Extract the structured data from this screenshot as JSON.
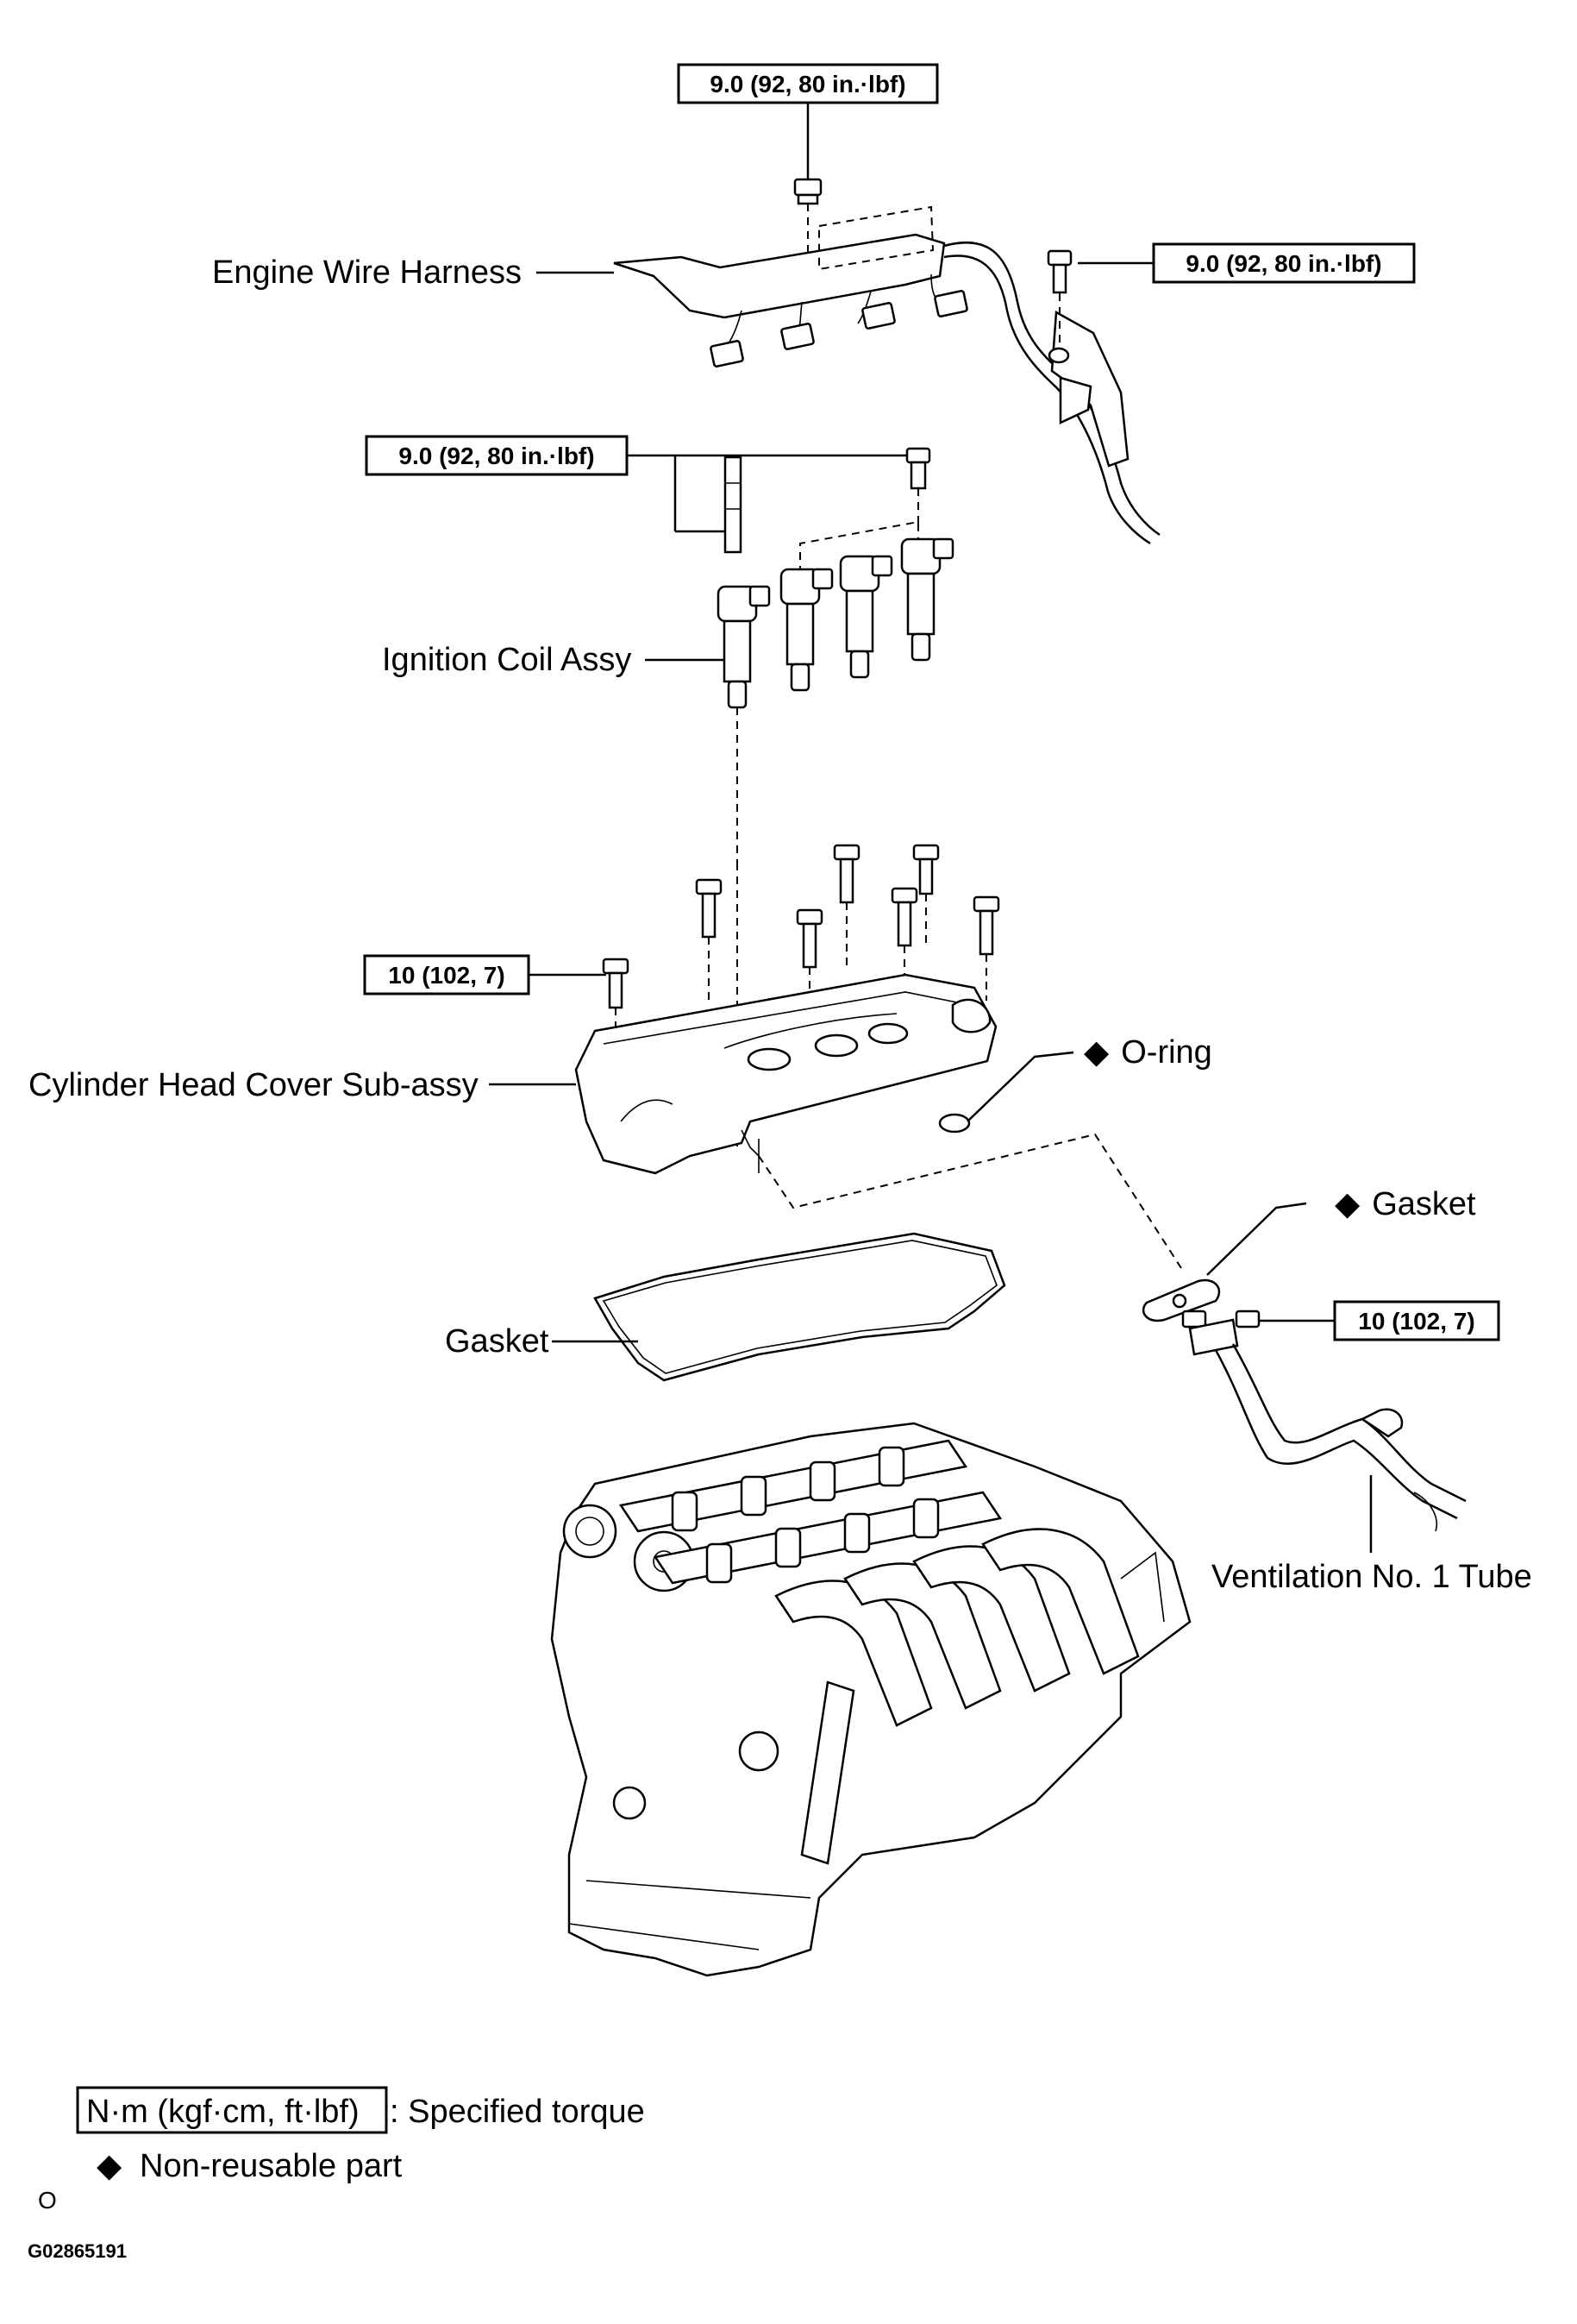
{
  "labels": {
    "engine_wire_harness": "Engine Wire Harness",
    "ignition_coil_assy": "Ignition Coil Assy",
    "cylinder_head_cover": "Cylinder Head Cover Sub-assy",
    "o_ring": "O-ring",
    "gasket_tube": "Gasket",
    "gasket_cover": "Gasket",
    "ventilation_tube": "Ventilation No. 1 Tube"
  },
  "torque": {
    "harness_top": "9.0 (92, 80 in.·lbf)",
    "harness_right": "9.0 (92, 80 in.·lbf)",
    "coil": "9.0 (92, 80 in.·lbf)",
    "cover": "10 (102, 7)",
    "tube": "10 (102, 7)"
  },
  "legend": {
    "torque_unit": "N·m (kgf·cm, ft·lbf)",
    "torque_desc": ": Specified torque",
    "nonreusable_desc": "Non-reusable part",
    "nonreusable_symbol": "◆"
  },
  "footer": {
    "small_mark": "O",
    "figure_code": "G02865191"
  }
}
